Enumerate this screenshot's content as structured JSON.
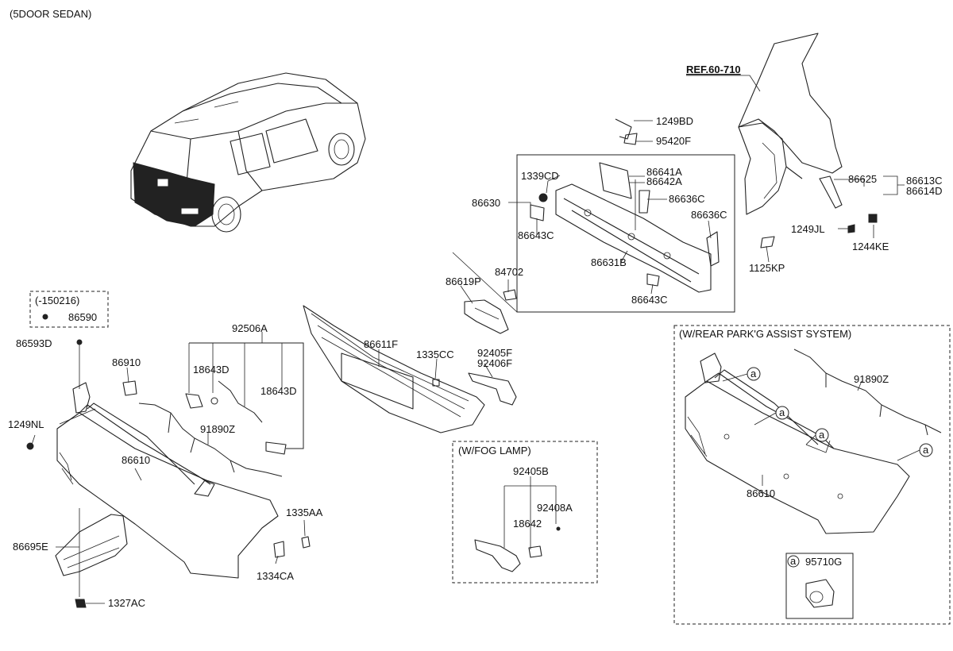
{
  "header": {
    "variant": "(5DOOR SEDAN)"
  },
  "ref": {
    "label": "REF.60-710"
  },
  "boxes": {
    "early": "(-150216)",
    "fog": "(W/FOG LAMP)",
    "park": "(W/REAR PARK'G ASSIST SYSTEM)"
  },
  "circle_mark": "a",
  "parts": {
    "p1249BD": "1249BD",
    "p95420F": "95420F",
    "p1339CD": "1339CD",
    "p86641A": "86641A",
    "p86642A": "86642A",
    "p86636C_1": "86636C",
    "p86636C_2": "86636C",
    "p86630": "86630",
    "p86643C_1": "86643C",
    "p86643C_2": "86643C",
    "p86631B": "86631B",
    "p1125KP": "1125KP",
    "p86625": "86625",
    "p86613C": "86613C",
    "p86614D": "86614D",
    "p1249JL": "1249JL",
    "p1244KE": "1244KE",
    "p86619P": "86619P",
    "p84702": "84702",
    "p86611F": "86611F",
    "p1335CC": "1335CC",
    "p92405F": "92405F",
    "p92406F": "92406F",
    "p86590": "86590",
    "p86593D": "86593D",
    "p86910": "86910",
    "p92506A": "92506A",
    "p18643D_1": "18643D",
    "p18643D_2": "18643D",
    "p1249NL": "1249NL",
    "p91890Z_1": "91890Z",
    "p86610_1": "86610",
    "p1335AA": "1335AA",
    "p86695E": "86695E",
    "p1334CA": "1334CA",
    "p1327AC": "1327AC",
    "p92405B": "92405B",
    "p92408A": "92408A",
    "p18642": "18642",
    "p91890Z_2": "91890Z",
    "p86610_2": "86610",
    "p95710G": "95710G"
  }
}
